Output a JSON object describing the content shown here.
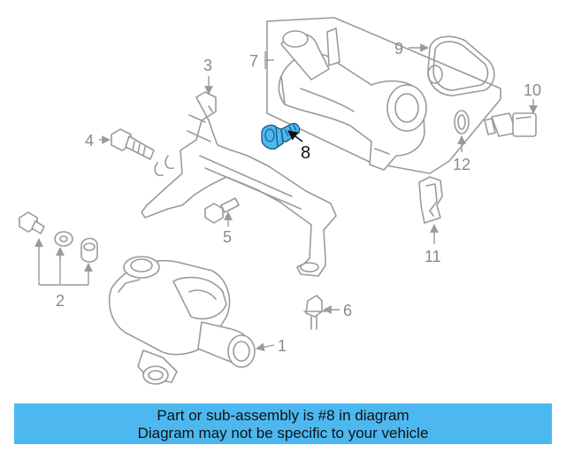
{
  "callouts": {
    "c1": "1",
    "c2": "2",
    "c3": "3",
    "c4": "4",
    "c5": "5",
    "c6": "6",
    "c7": "7",
    "c8": "8",
    "c9": "9",
    "c10": "10",
    "c11": "11",
    "c12": "12"
  },
  "highlight_color": "#4db8f0",
  "banner": {
    "line1": "Part or sub-assembly is #8 in diagram",
    "line2": "Diagram may not be specific to your vehicle"
  }
}
